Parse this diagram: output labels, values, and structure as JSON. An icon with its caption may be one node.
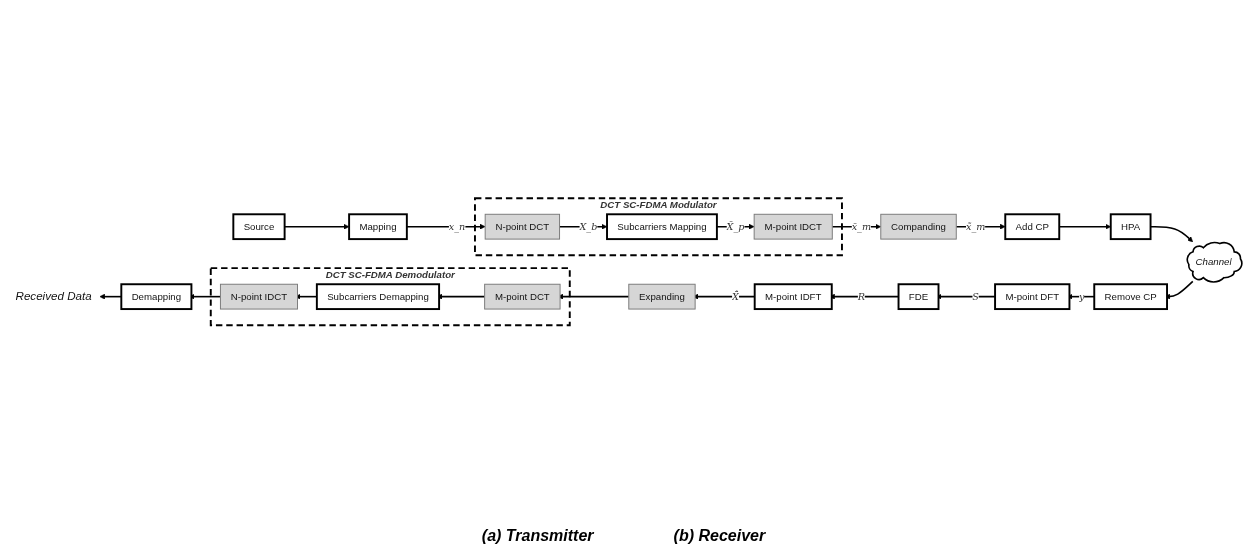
{
  "diagram": {
    "nodes": [
      {
        "text": [
          "Source"
        ]
      },
      {
        "text": [
          "Mapping"
        ]
      },
      {
        "text": [
          "DCT SC-FDMA Modulator"
        ]
      },
      {
        "text": [
          "N-point DCT"
        ],
        "in": 2
      },
      {
        "text": [
          "Subcarriers Mapping"
        ],
        "in": 2
      },
      {
        "text": [
          "M-point IDCT"
        ],
        "in": 2
      },
      {
        "text": [
          "Companding"
        ]
      },
      {
        "text": [
          "Add CP"
        ]
      },
      {
        "text": [
          "HPA"
        ]
      },
      {
        "text": [
          "Channel"
        ]
      },
      {
        "text": [
          "Remove CP"
        ]
      },
      {
        "text": [
          "M-point DFT"
        ]
      },
      {
        "text": [
          "FDE"
        ]
      },
      {
        "text": [
          "M-point IDFT"
        ]
      },
      {
        "text": [
          "Expanding"
        ]
      },
      {
        "text": [
          "DCT SC-FDMA Demodulator"
        ]
      },
      {
        "text": [
          "M-point DCT"
        ],
        "in": 15
      },
      {
        "text": [
          "Subcarriers Demapping"
        ],
        "in": 15
      },
      {
        "text": [
          "N-point IDCT"
        ],
        "in": 15
      },
      {
        "text": [
          "Demapping"
        ]
      },
      {
        "text": [
          "Received Data"
        ]
      }
    ],
    "edges": [
      {
        "from": 0,
        "to": 1,
        "arrow": "to"
      },
      {
        "from": 1,
        "to": 3,
        "arrow": "to",
        "label": "x_n"
      },
      {
        "from": 3,
        "to": 4,
        "arrow": "to",
        "label": "X_b"
      },
      {
        "from": 4,
        "to": 5,
        "arrow": "to",
        "label": "X̄_p"
      },
      {
        "from": 5,
        "to": 6,
        "arrow": "to",
        "label": "x̄_m"
      },
      {
        "from": 6,
        "to": 7,
        "arrow": "to",
        "label": "x̃_m"
      },
      {
        "from": 7,
        "to": 8,
        "arrow": "to"
      },
      {
        "from": 8,
        "to": 9,
        "arrow": "to"
      },
      {
        "from": 9,
        "to": 10,
        "arrow": "to"
      },
      {
        "from": 10,
        "to": 11,
        "arrow": "to",
        "label": "y"
      },
      {
        "from": 11,
        "to": 12,
        "arrow": "to",
        "label": "S"
      },
      {
        "from": 12,
        "to": 13,
        "arrow": "to",
        "label": "R"
      },
      {
        "from": 13,
        "to": 14,
        "arrow": "to",
        "label": "X̃̂"
      },
      {
        "from": 14,
        "to": 16,
        "arrow": "to"
      },
      {
        "from": 16,
        "to": 17,
        "arrow": "to"
      },
      {
        "from": 17,
        "to": 18,
        "arrow": "to"
      },
      {
        "from": 18,
        "to": 19,
        "arrow": "to"
      },
      {
        "from": 19,
        "to": 20,
        "arrow": "to"
      }
    ],
    "labels": [
      "(a) Transmitter",
      "(b) Receiver"
    ]
  }
}
